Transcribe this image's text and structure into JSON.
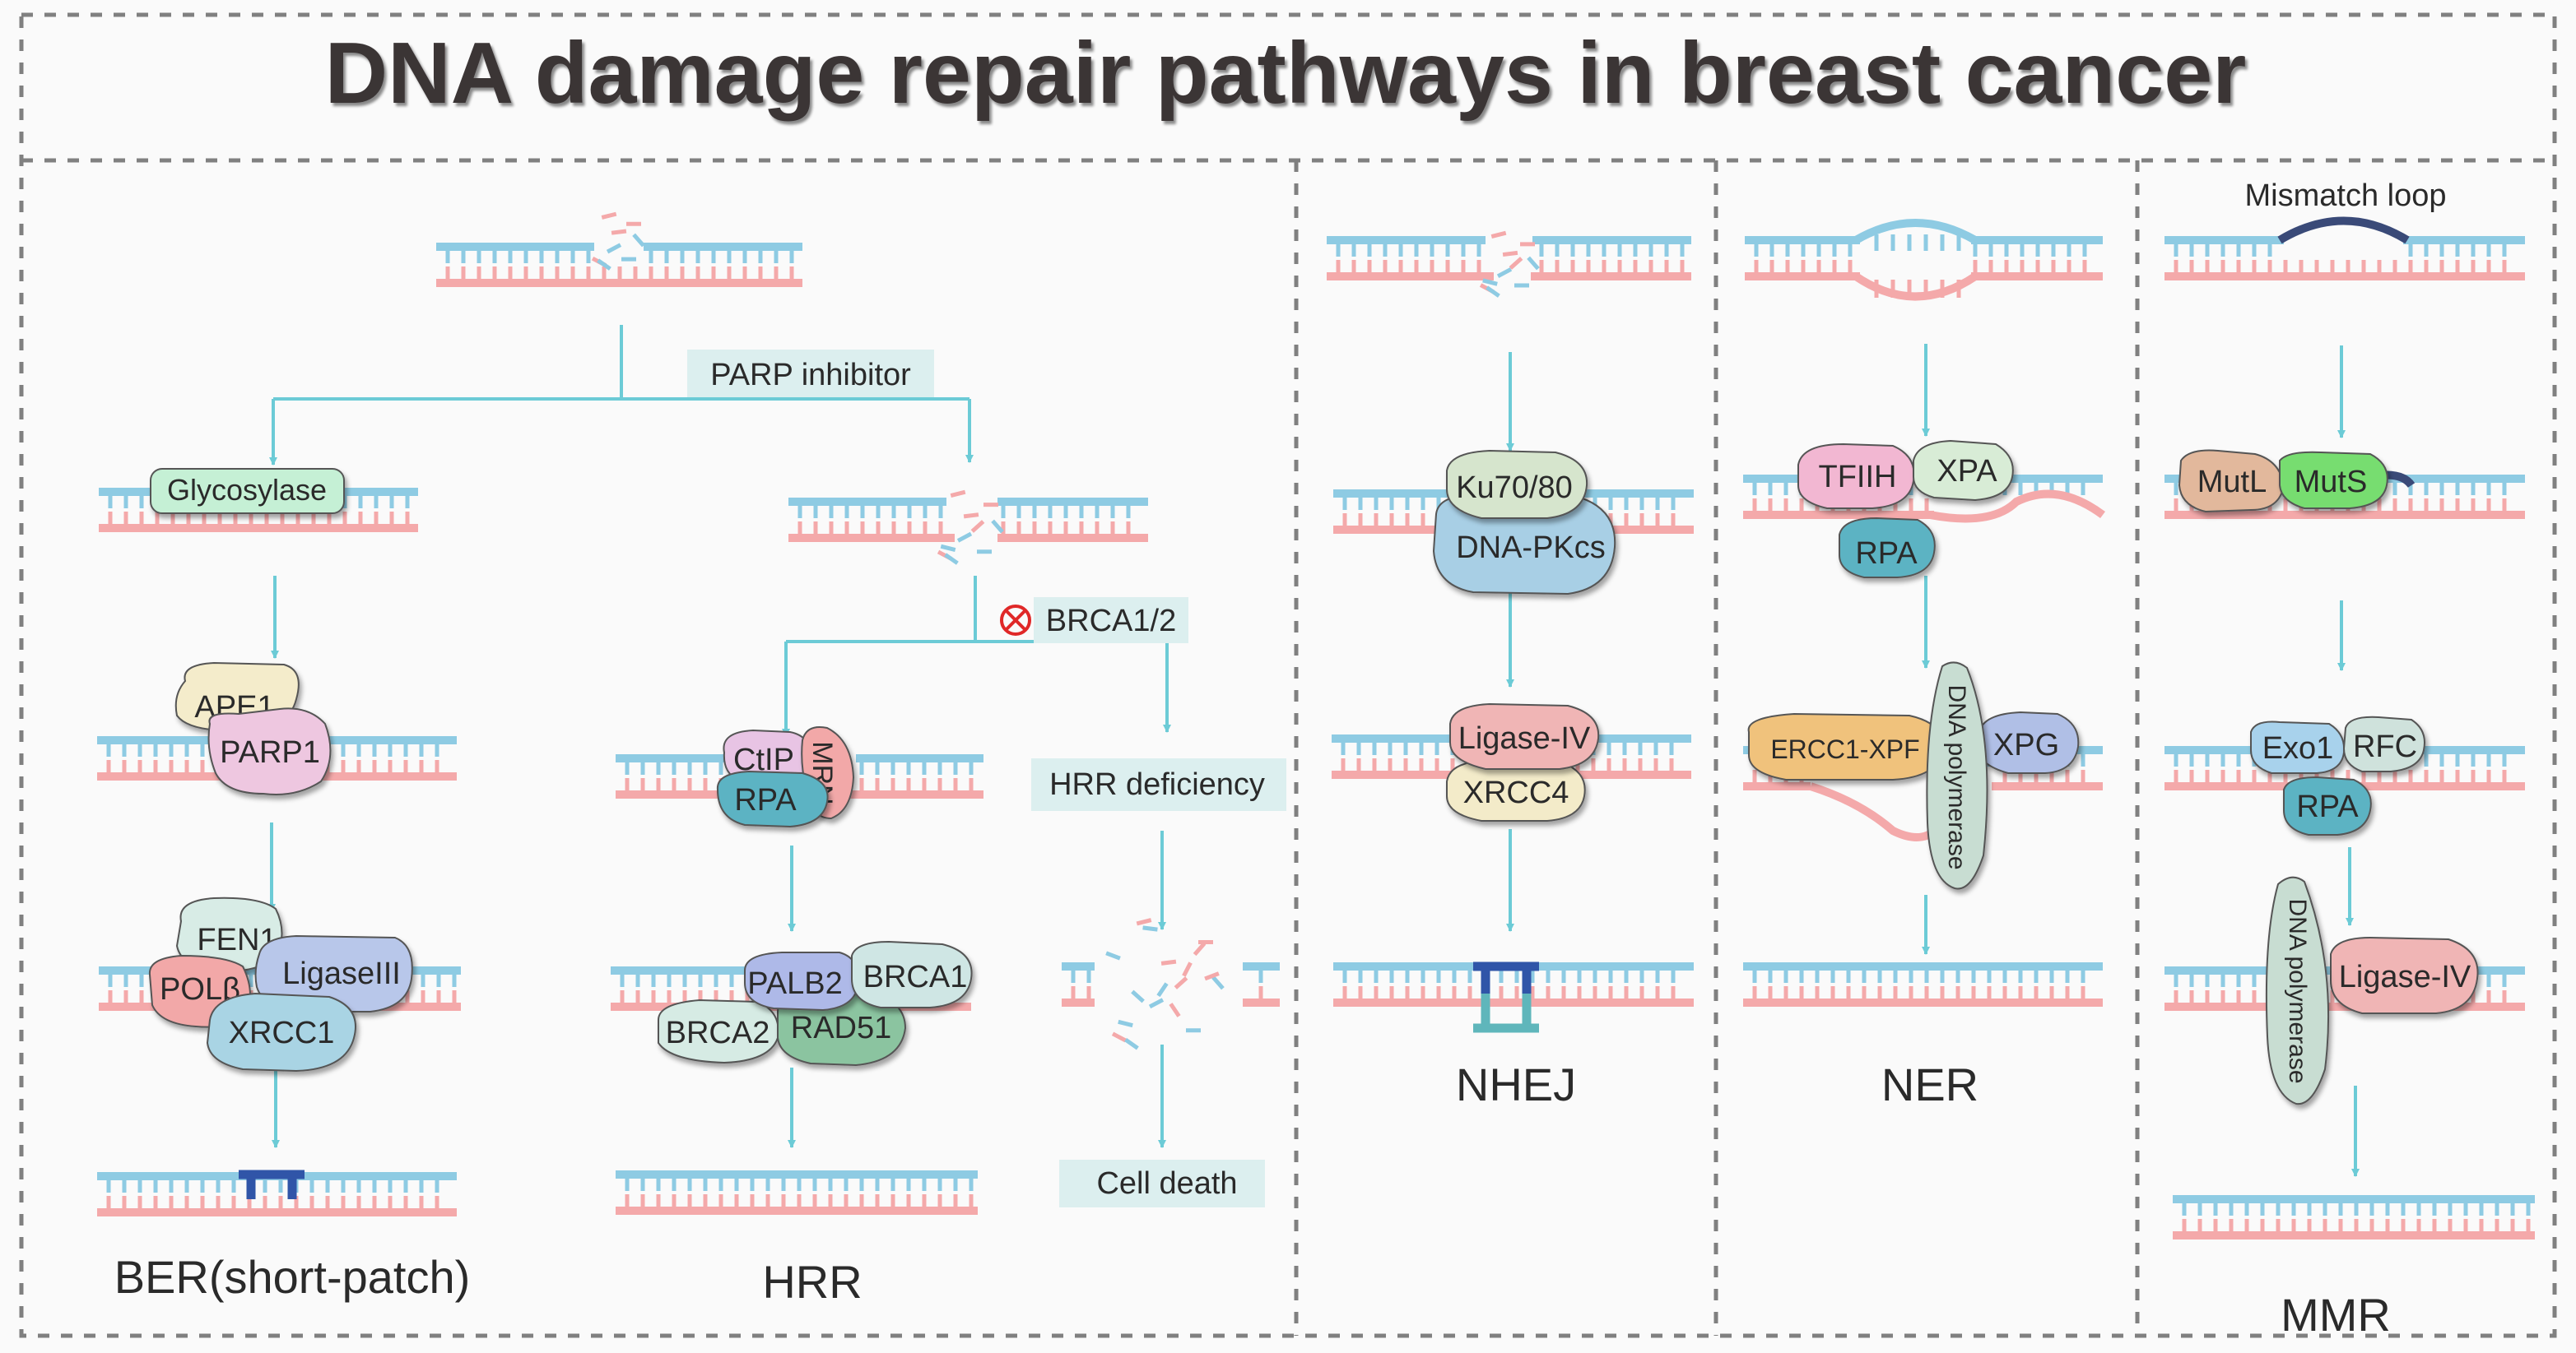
{
  "title": "DNA damage repair pathways in breast cancer",
  "colors": {
    "strand_top": "#8ecbe3",
    "strand_bottom": "#f4a9aa",
    "arrow": "#6ccbd6",
    "label_box": "#dcefef",
    "inhibit": "#e02828",
    "repair_patch": "#3055a8"
  },
  "pathways": {
    "ber": {
      "name": "BER(short-patch)",
      "parp_inhibitor": "PARP inhibitor",
      "glycosylase": "Glycosylase",
      "ape1": "APE1",
      "parp1": "PARP1",
      "fen1": "FEN1",
      "polb": "POLβ",
      "ligase3": "LigaseIII",
      "xrcc1": "XRCC1"
    },
    "hrr": {
      "name": "HRR",
      "brca_inhibit": "BRCA1/2",
      "ctip": "CtIP",
      "mrn": "MRN",
      "rpa": "RPA",
      "palb2": "PALB2",
      "brca1": "BRCA1",
      "brca2": "BRCA2",
      "rad51": "RAD51",
      "deficiency": "HRR deficiency",
      "death": "Cell death"
    },
    "nhej": {
      "name": "NHEJ",
      "ku": "Ku70/80",
      "dnapkcs": "DNA-PKcs",
      "ligase4": "Ligase-IV",
      "xrcc4": "XRCC4"
    },
    "ner": {
      "name": "NER",
      "tfiih": "TFIIH",
      "xpa": "XPA",
      "rpa": "RPA",
      "ercc1": "ERCC1-XPF",
      "dnapol": "DNA polymerase",
      "xpg": "XPG"
    },
    "mmr": {
      "name": "MMR",
      "loop": "Mismatch loop",
      "mutl": "MutL",
      "muts": "MutS",
      "exo1": "Exo1",
      "rfc": "RFC",
      "rpa": "RPA",
      "dnapol": "DNA polymerase",
      "ligase4": "Ligase-IV"
    }
  }
}
